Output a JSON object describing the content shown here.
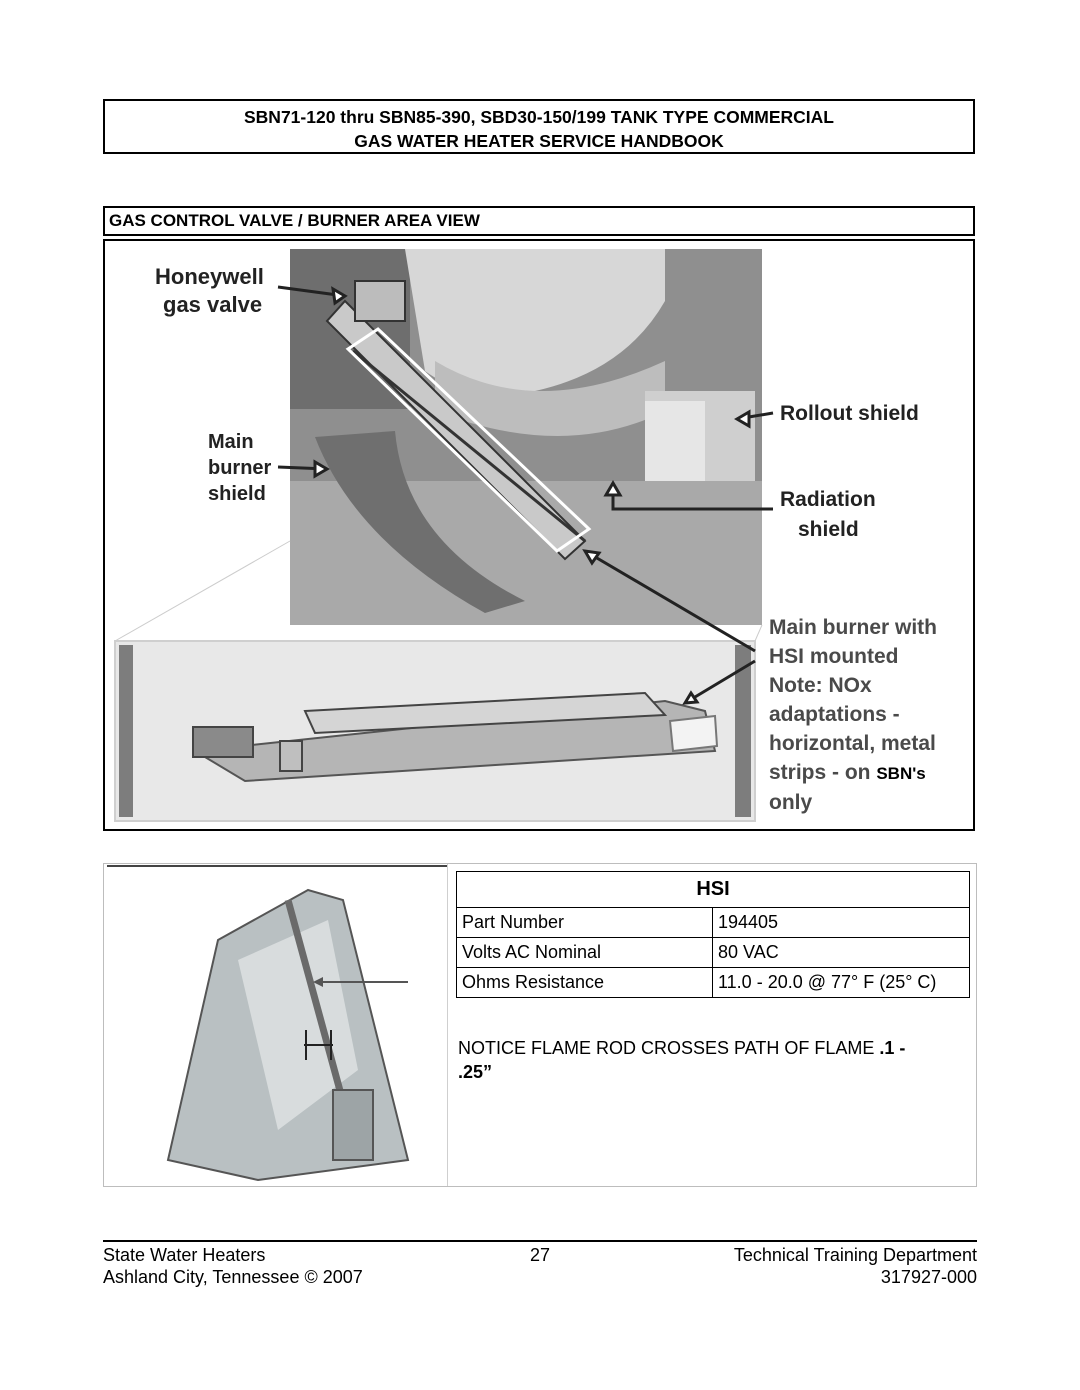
{
  "header": {
    "line1": "SBN71-120 thru SBN85-390, SBD30-150/199 TANK TYPE COMMERCIAL",
    "line2": "GAS WATER HEATER SERVICE HANDBOOK"
  },
  "section_title": "GAS CONTROL VALVE / BURNER AREA VIEW",
  "callouts": {
    "honeywell_1": "Honeywell",
    "honeywell_2": "gas valve",
    "main_burner_shield_1": "Main",
    "main_burner_shield_2": "burner",
    "main_burner_shield_3": "shield",
    "rollout_shield": "Rollout shield",
    "radiation_1": "Radiation",
    "radiation_2": "shield",
    "note_1": "Main burner with",
    "note_2": "HSI mounted",
    "note_3": "Note:  NOx",
    "note_4": "adaptations -",
    "note_5": "horizontal, metal",
    "note_6a": "strips - on ",
    "note_6b": "SBN's",
    "note_7": "only"
  },
  "hsi_table": {
    "header": "HSI",
    "rows": [
      {
        "label": "Part Number",
        "value": "194405"
      },
      {
        "label": "Volts AC Nominal",
        "value": "80 VAC"
      },
      {
        "label": "Ohms Resistance",
        "value": "11.0 - 20.0 @ 77° F (25° C)"
      }
    ]
  },
  "notice": {
    "text": "NOTICE FLAME ROD CROSSES PATH OF FLAME",
    "value": ".1 - .25”"
  },
  "footer": {
    "left_1": "State Water Heaters",
    "left_2": "Ashland City, Tennessee © 2007",
    "center": "27",
    "right_1": "Technical Training Department",
    "right_2": "317927-000"
  }
}
